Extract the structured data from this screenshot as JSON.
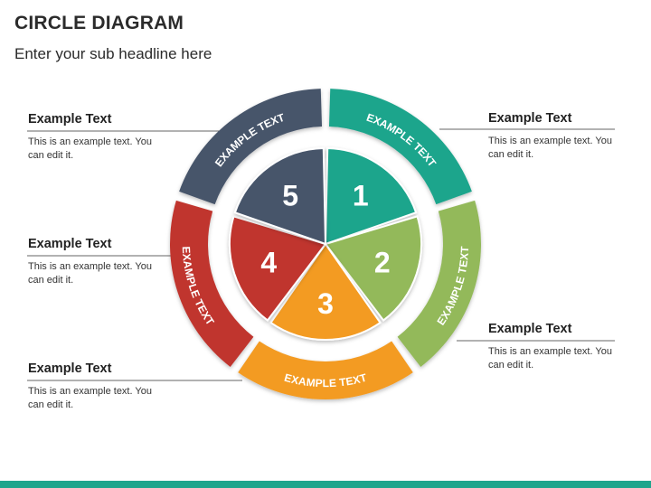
{
  "header": {
    "title": "CIRCLE DIAGRAM",
    "subtitle": "Enter your sub headline here"
  },
  "colors": {
    "seg1": "#1fa58c",
    "seg2": "#93b95a",
    "seg3": "#f39b24",
    "seg4": "#c0362f",
    "seg5": "#46546b",
    "bar": "#1fa58c",
    "leader": "#666666"
  },
  "segments": [
    {
      "number": "1",
      "label": "EXAMPLE TEXT"
    },
    {
      "number": "2",
      "label": "EXAMPLE TEXT"
    },
    {
      "number": "3",
      "label": "EXAMPLE TEXT"
    },
    {
      "number": "4",
      "label": "EXAMPLE TEXT"
    },
    {
      "number": "5",
      "label": "EXAMPLE TEXT"
    }
  ],
  "callouts": {
    "top_right": {
      "heading": "Example Text",
      "body": "This is an example text. You can edit it."
    },
    "bottom_right": {
      "heading": "Example Text",
      "body": "This is an example text. You can edit it."
    },
    "top_left": {
      "heading": "Example Text",
      "body": "This is an example text. You can edit it."
    },
    "middle_left": {
      "heading": "Example Text",
      "body": "This is an example text. You can edit it."
    },
    "bottom_left": {
      "heading": "Example Text",
      "body": "This is an example text. You can edit it."
    }
  }
}
